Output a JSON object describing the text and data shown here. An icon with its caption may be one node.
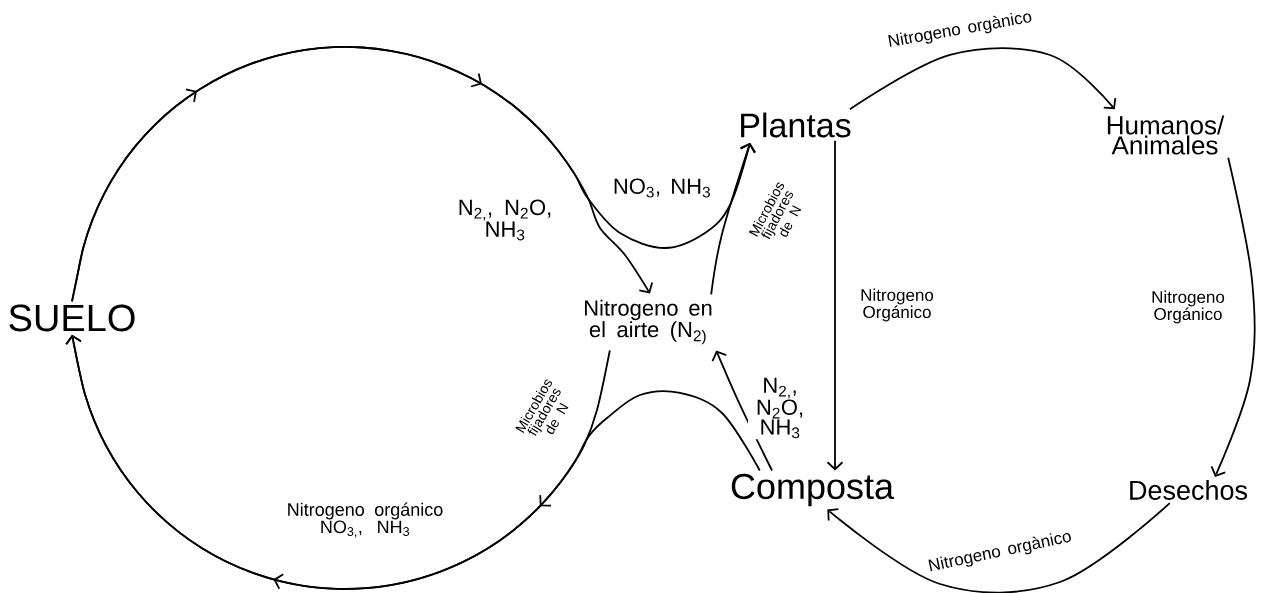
{
  "diagram": {
    "nodes": [
      {
        "text": [
          "SUELO"
        ]
      },
      {
        "text": [
          "Plantas"
        ]
      },
      {
        "text": [
          "Humanos/ Animales"
        ]
      },
      {
        "text": [
          "Nitrogeno en el airte (N$_{2)}$"
        ]
      },
      {
        "text": [
          "Composta"
        ]
      },
      {
        "text": [
          "Desechos"
        ]
      }
    ],
    "edges": [
      {
        "from": 0,
        "to": 1,
        "arrow": "to",
        "label": "NO$_{3}$, NH$_{3}$"
      },
      {
        "from": 0,
        "to": 3,
        "arrow": "to",
        "label": "N$_{2,}$, N$_{2}$O, NH$_{3}$"
      },
      {
        "from": 3,
        "to": 1,
        "arrow": "to",
        "label": "Microbios fijadores de N"
      },
      {
        "from": 4,
        "to": 0,
        "arrow": "to",
        "label": "Nitrogeno orgánico NO$_{3,}$, NH$_{3}$"
      },
      {
        "from": 3,
        "to": 0,
        "arrow": "to",
        "label": "Microbios fijadores de N"
      },
      {
        "from": 4,
        "to": 3,
        "arrow": "to",
        "label": "N$_{2,}$, N$_{2}$O, NH$_{3}$"
      },
      {
        "from": 1,
        "to": 2,
        "arrow": "to",
        "label": "Nitrogeno orgànico"
      },
      {
        "from": 2,
        "to": 5,
        "arrow": "to",
        "label": "Nitrogeno Orgánico"
      },
      {
        "from": 5,
        "to": 4,
        "arrow": "to",
        "label": "Nitrogeno orgànico"
      },
      {
        "from": 1,
        "to": 4,
        "arrow": "to",
        "label": "Nitrogeno Orgánico"
      }
    ]
  }
}
